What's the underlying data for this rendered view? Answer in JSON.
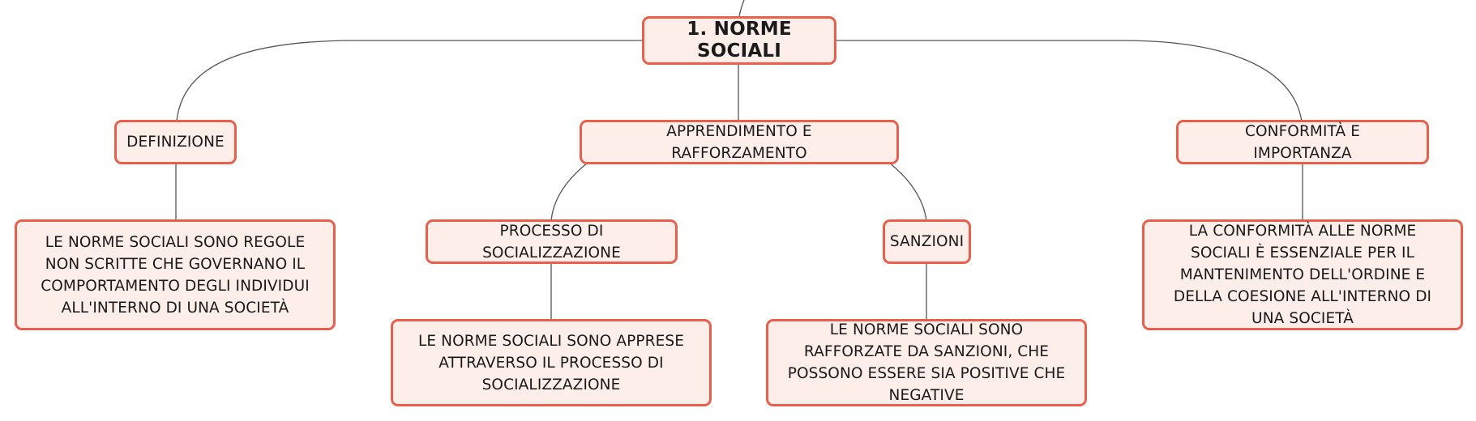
{
  "diagram": {
    "root": {
      "label": "1. NORME SOCIALI"
    },
    "branches": [
      {
        "label": "DEFINIZIONE",
        "detail": "LE NORME SOCIALI SONO REGOLE NON SCRITTE CHE GOVERNANO IL COMPORTAMENTO DEGLI INDIVIDUI ALL'INTERNO DI UNA SOCIETÀ"
      },
      {
        "label": "APPRENDIMENTO E RAFFORZAMENTO",
        "children": [
          {
            "label": "PROCESSO DI SOCIALIZZAZIONE",
            "detail": "LE NORME SOCIALI SONO APPRESE ATTRAVERSO IL PROCESSO DI SOCIALIZZAZIONE"
          },
          {
            "label": "SANZIONI",
            "detail": "LE NORME SOCIALI SONO RAFFORZATE DA SANZIONI, CHE POSSONO ESSERE SIA POSITIVE CHE NEGATIVE"
          }
        ]
      },
      {
        "label": "CONFORMITÀ E IMPORTANZA",
        "detail": "LA CONFORMITÀ ALLE NORME SOCIALI È ESSENZIALE PER IL MANTENIMENTO DELL'ORDINE E DELLA COESIONE ALL'INTERNO DI UNA SOCIETÀ"
      }
    ],
    "colors": {
      "node_border": "#e8604c",
      "node_fill": "#fdeee9",
      "connector": "#555555",
      "text": "#1a1a1a"
    }
  }
}
